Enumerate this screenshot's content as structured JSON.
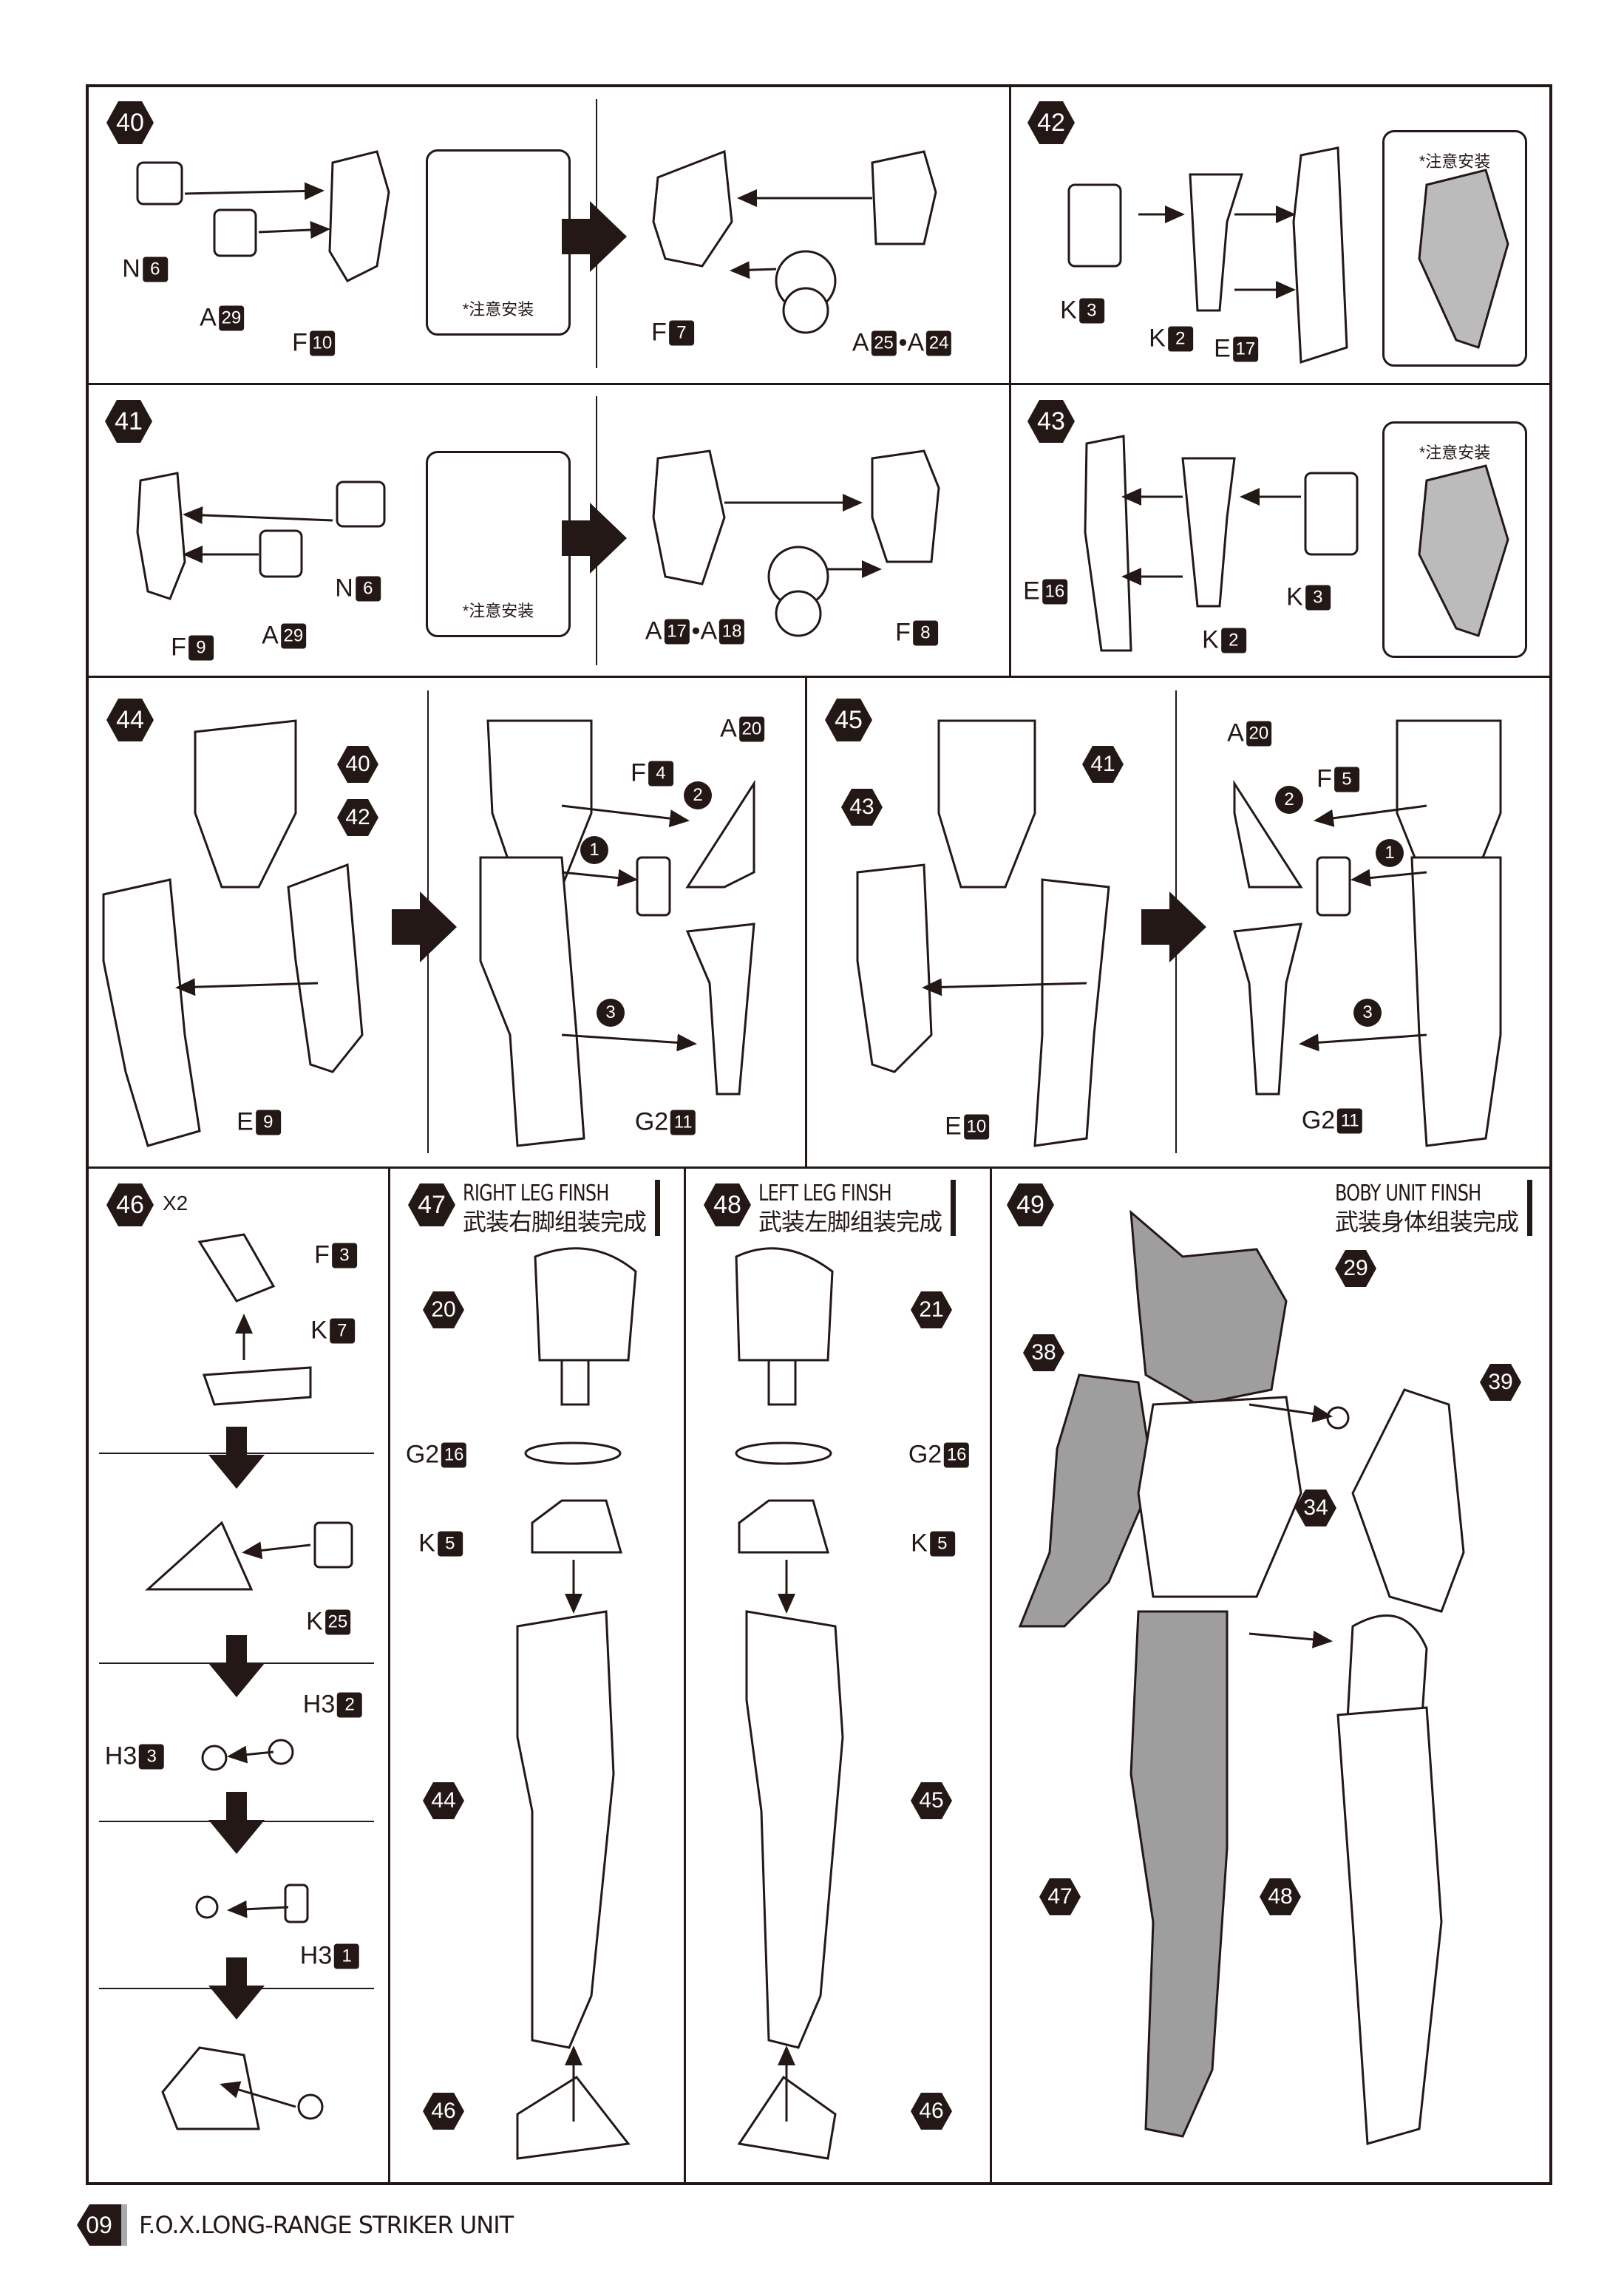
{
  "steps": [
    {
      "id": "40",
      "note": "*注意安装",
      "parts": [
        {
          "l": "N",
          "n": "6"
        },
        {
          "l": "A",
          "n": "29"
        },
        {
          "l": "F",
          "n": "10"
        },
        {
          "l": "F",
          "n": "7"
        },
        {
          "l": "A",
          "n": "25",
          "l2": "•A",
          "n2": "24"
        }
      ]
    },
    {
      "id": "41",
      "note": "*注意安装",
      "parts": [
        {
          "l": "N",
          "n": "6"
        },
        {
          "l": "A",
          "n": "29"
        },
        {
          "l": "F",
          "n": "9"
        },
        {
          "l": "A",
          "n": "17",
          "l2": "•A",
          "n2": "18"
        },
        {
          "l": "F",
          "n": "8"
        }
      ]
    },
    {
      "id": "42",
      "note": "*注意安装",
      "parts": [
        {
          "l": "K",
          "n": "3"
        },
        {
          "l": "K",
          "n": "2"
        },
        {
          "l": "E",
          "n": "17"
        }
      ]
    },
    {
      "id": "43",
      "note": "*注意安装",
      "parts": [
        {
          "l": "E",
          "n": "16"
        },
        {
          "l": "K",
          "n": "3"
        },
        {
          "l": "K",
          "n": "2"
        }
      ]
    },
    {
      "id": "44",
      "refs": [
        "40",
        "42"
      ],
      "parts": [
        {
          "l": "E",
          "n": "9"
        },
        {
          "l": "F",
          "n": "4"
        },
        {
          "l": "A",
          "n": "20"
        },
        {
          "l": "G2",
          "n": "11"
        }
      ],
      "order": [
        "2",
        "1",
        "3"
      ]
    },
    {
      "id": "45",
      "refs": [
        "41",
        "43"
      ],
      "parts": [
        {
          "l": "E",
          "n": "10"
        },
        {
          "l": "A",
          "n": "20"
        },
        {
          "l": "F",
          "n": "5"
        },
        {
          "l": "G2",
          "n": "11"
        }
      ],
      "order": [
        "2",
        "1",
        "3"
      ]
    },
    {
      "id": "46",
      "multiplier": "X2",
      "parts": [
        {
          "l": "F",
          "n": "3"
        },
        {
          "l": "K",
          "n": "7"
        },
        {
          "l": "K",
          "n": "25"
        },
        {
          "l": "H3",
          "n": "2"
        },
        {
          "l": "H3",
          "n": "3"
        },
        {
          "l": "H3",
          "n": "1"
        }
      ]
    },
    {
      "id": "47",
      "title_en": "RIGHT LEG FINSH",
      "title_cn": "武装右脚组装完成",
      "refs": [
        "20",
        "44",
        "46"
      ],
      "parts": [
        {
          "l": "G2",
          "n": "16"
        },
        {
          "l": "K",
          "n": "5"
        }
      ]
    },
    {
      "id": "48",
      "title_en": "LEFT LEG FINSH",
      "title_cn": "武装左脚组装完成",
      "refs": [
        "21",
        "45",
        "46"
      ],
      "parts": [
        {
          "l": "G2",
          "n": "16"
        },
        {
          "l": "K",
          "n": "5"
        }
      ]
    },
    {
      "id": "49",
      "title_en": "BOBY UNIT FINSH",
      "title_cn": "武装身体组装完成",
      "refs": [
        "29",
        "38",
        "39",
        "34",
        "47",
        "48"
      ]
    }
  ],
  "footer": {
    "page": "09",
    "title": "F.O.X.LONG-RANGE STRIKER UNIT"
  },
  "colors": {
    "ink": "#231815",
    "shade": "#9e9e9e"
  }
}
